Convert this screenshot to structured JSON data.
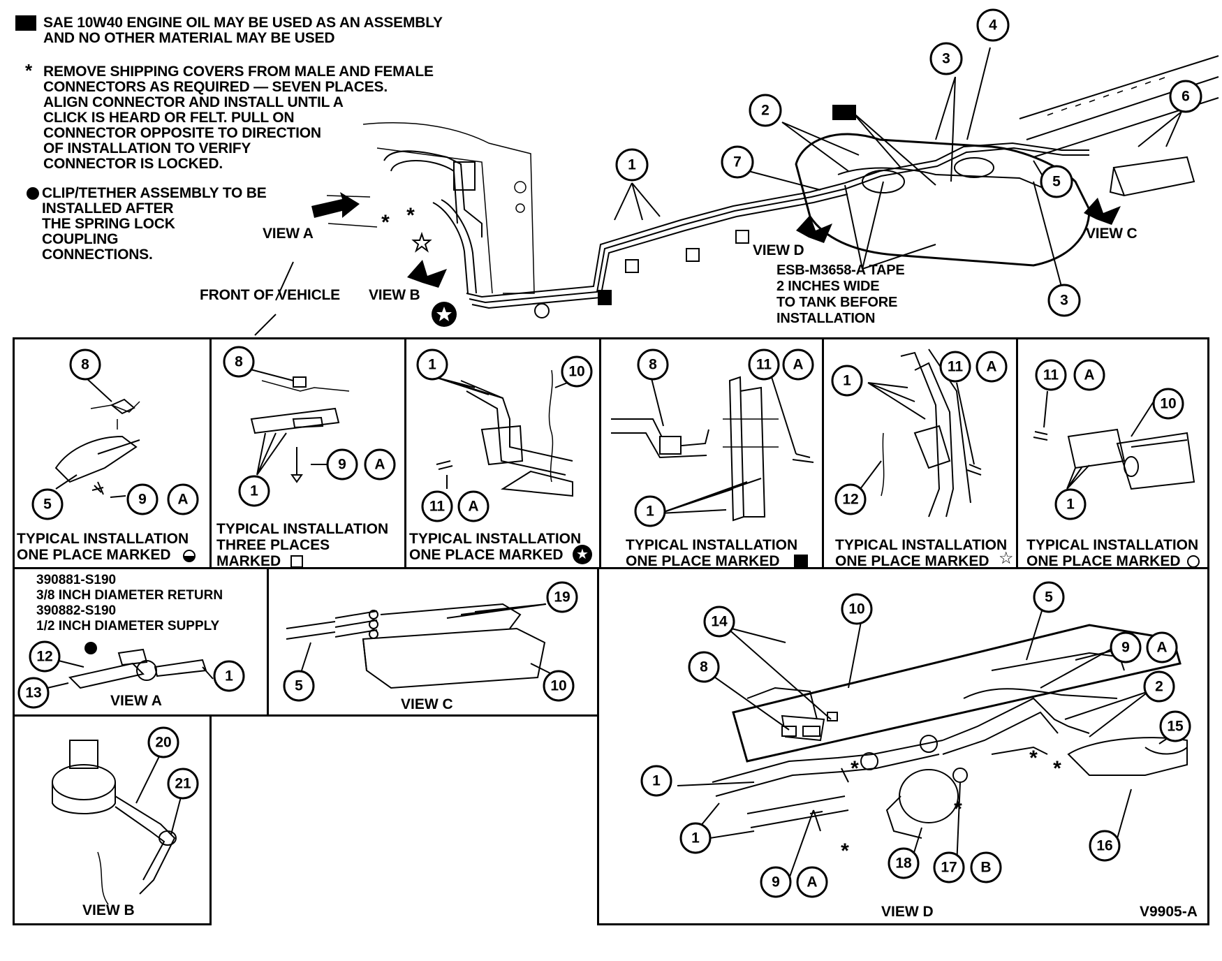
{
  "notes": {
    "oil_line1": "SAE 10W40 ENGINE OIL MAY BE USED AS AN ASSEMBLY",
    "oil_line2": "AND NO OTHER MATERIAL MAY BE USED",
    "covers_lines": [
      "REMOVE SHIPPING COVERS FROM MALE AND FEMALE",
      "CONNECTORS AS REQUIRED — SEVEN PLACES.",
      "ALIGN CONNECTOR AND INSTALL UNTIL A",
      "CLICK IS HEARD OR FELT. PULL ON",
      "CONNECTOR OPPOSITE TO DIRECTION",
      "OF INSTALLATION TO VERIFY",
      "CONNECTOR IS LOCKED."
    ],
    "clip_lines": [
      "CLIP/TETHER ASSEMBLY TO BE",
      "INSTALLED AFTER",
      "THE SPRING LOCK",
      "COUPLING",
      "CONNECTIONS."
    ],
    "asterisk": "*"
  },
  "main": {
    "view_a": "VIEW A",
    "view_b": "VIEW B",
    "view_c": "VIEW C",
    "view_d": "VIEW D",
    "front_of_vehicle": "FRONT OF VEHICLE",
    "tape_lines": [
      "ESB-M3658-A TAPE",
      "2 INCHES WIDE",
      "TO TANK BEFORE",
      "INSTALLATION"
    ]
  },
  "panels": [
    {
      "line1": "TYPICAL INSTALLATION",
      "line2": "ONE PLACE MARKED",
      "symbol": "half-circle"
    },
    {
      "line1": "TYPICAL INSTALLATION",
      "line2": "THREE PLACES",
      "line3": "MARKED",
      "symbol": "square-outline"
    },
    {
      "line1": "TYPICAL INSTALLATION",
      "line2": "ONE PLACE MARKED",
      "symbol": "star-circle"
    },
    {
      "line1": "TYPICAL INSTALLATION",
      "line2": "ONE PLACE MARKED",
      "symbol": "square-filled"
    },
    {
      "line1": "TYPICAL INSTALLATION",
      "line2": "ONE PLACE MARKED",
      "symbol": "star-outline"
    },
    {
      "line1": "TYPICAL INSTALLATION",
      "line2": "ONE PLACE MARKED",
      "symbol": "circle-outline"
    }
  ],
  "view_a_box": {
    "part1": "390881-S190",
    "desc1": "3/8 INCH DIAMETER RETURN",
    "part2": "390882-S190",
    "desc2": "1/2 INCH DIAMETER SUPPLY",
    "title": "VIEW A"
  },
  "view_b_box": {
    "title": "VIEW B"
  },
  "view_c_box": {
    "title": "VIEW C"
  },
  "view_d_box": {
    "title": "VIEW D",
    "figure_id": "V9905-A"
  },
  "callouts": [
    "1",
    "2",
    "3",
    "4",
    "5",
    "6",
    "7",
    "8",
    "9",
    "10",
    "11",
    "12",
    "13",
    "14",
    "15",
    "16",
    "17",
    "18",
    "19",
    "20",
    "21",
    "A",
    "B"
  ]
}
